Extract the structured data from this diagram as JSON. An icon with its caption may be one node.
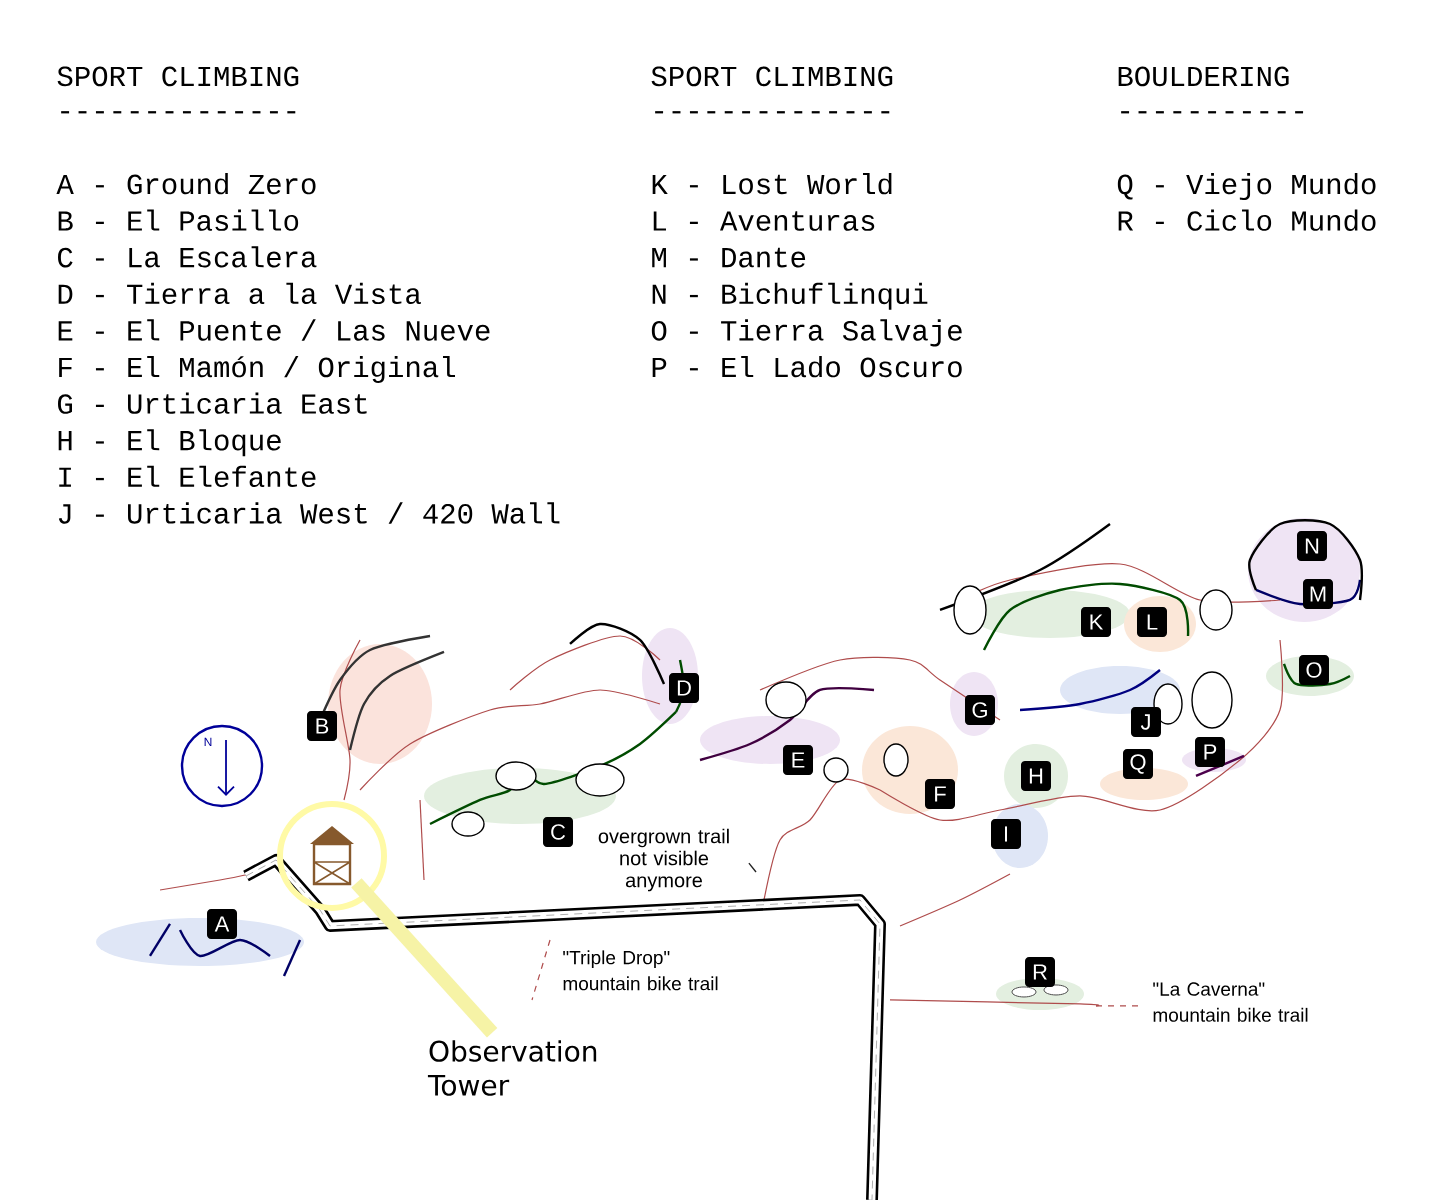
{
  "diagram": {
    "nodes": [
      {
        "text": [
          "Observation Tower"
        ]
      },
      {
        "text": [],
        "shape": "picture"
      },
      {
        "text": [
          "overgrown trail not visible anymore"
        ]
      }
    ],
    "edges": [
      {
        "from": 0,
        "to": 1,
        "arrow": "none",
        "style": "thick",
        "color": "#f6f3a6"
      },
      {
        "from": 2,
        "to": null,
        "arrow": "none",
        "color": "#222222"
      }
    ],
    "labels": [
      "SPORT CLIMBING",
      "--------------",
      "SPORT CLIMBING",
      "--------------",
      "BOULDERING",
      "-----------",
      "A - Ground Zero",
      "B - El Pasillo",
      "C - La Escalera",
      "D - Tierra a la Vista",
      "E - El Puente / Las Nueve",
      "F - El Mamón / Original",
      "G - Urticaria East",
      "H - El Bloque",
      "I - El Elefante",
      "J - Urticaria West / 420 Wall",
      "K - Lost World",
      "L - Aventuras",
      "M - Dante",
      "N - Bichuflinqui",
      "O - Tierra Salvaje",
      "P - El Lado Oscuro",
      "Q - Viejo Mundo",
      "R - Ciclo Mundo",
      "N",
      "B",
      "D",
      "L",
      "K",
      "N",
      "M",
      "O",
      "E",
      "G",
      "J",
      "P",
      "H",
      "Q",
      "F",
      "C",
      "I",
      "A",
      "R",
      "\"Triple Drop\" mountain bike trail",
      "\"La Caverna\" mountain bike trail"
    ]
  }
}
